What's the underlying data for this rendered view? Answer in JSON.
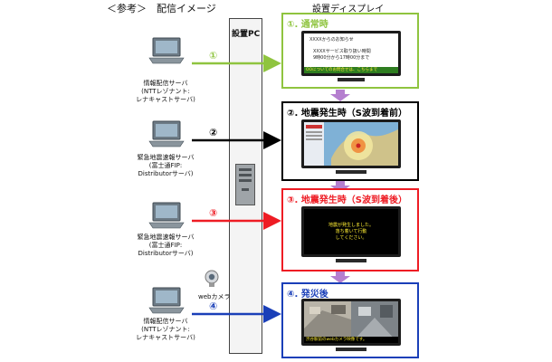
{
  "header": {
    "title": "＜参考＞　配信イメージ",
    "display_label": "設置ディスプレイ"
  },
  "pc_label": "設置PC",
  "servers": [
    {
      "number": "①",
      "label_lines": [
        "情報配信サーバ",
        "(NTTレゾナント:",
        "レナキャストサーバ)"
      ],
      "color": "#8fc43f"
    },
    {
      "number": "②",
      "label_lines": [
        "緊急地震速報サーバ",
        "(富士通FIP:",
        "Distributorサーバ)"
      ],
      "color": "#000000"
    },
    {
      "number": "③",
      "label_lines": [
        "緊急地震速報サーバ",
        "(富士通FIP:",
        "Distributorサーバ)"
      ],
      "color": "#ee1c24"
    },
    {
      "number": "④",
      "label_lines": [
        "情報配信サーバ",
        "(NTTレゾナント:",
        "レナキャストサーバ)"
      ],
      "color": "#1a3fb8"
    }
  ],
  "camera_label": "webカメラ",
  "panels": [
    {
      "title": "①. 通常時",
      "border_color": "#8fc43f",
      "title_color": "#8fc43f"
    },
    {
      "title": "②. 地震発生時（S波到着前）",
      "border_color": "#000000",
      "title_color": "#000000"
    },
    {
      "title": "③. 地震発生時（S波到着後）",
      "border_color": "#ee1c24",
      "title_color": "#ee1c24"
    },
    {
      "title": "④. 発災後",
      "border_color": "#1a3fb8",
      "title_color": "#1a3fb8"
    }
  ],
  "screen1": {
    "line1": "XXXXからのお知らせ",
    "line2": "XXXXサービス取り扱い時間",
    "line3": "9時00分から17時00分まで",
    "footer": "OOについてのお問合せは、こちらまで"
  },
  "screen3": {
    "line1": "地震が発生しました。",
    "line2": "落ち着いて行動",
    "line3": "してください。"
  },
  "screen4": {
    "footer": "渋谷駅前のwebカメラ映像です。"
  },
  "colors": {
    "connector": "#b57fcf"
  }
}
